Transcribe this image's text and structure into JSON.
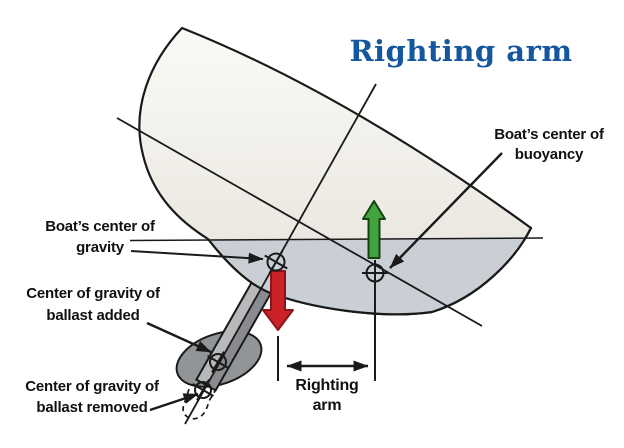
{
  "title": {
    "text": "Righting arm"
  },
  "labels": {
    "buoyancy": {
      "line1": "Boat’s center of",
      "line2": "buoyancy"
    },
    "gravity": {
      "line1": "Boat’s center of",
      "line2": "gravity"
    },
    "ballast_added": {
      "line1": "Center of gravity of",
      "line2": "ballast added"
    },
    "ballast_removed": {
      "line1": "Center of gravity of",
      "line2": "ballast removed"
    },
    "righting_arm": {
      "line1": "Righting",
      "line2": "arm"
    }
  },
  "legend_semantics": {
    "green_up_arrow": "buoyancy force at boat's center of buoyancy",
    "red_down_arrow": "gravity force at boat's center of gravity",
    "horizontal_double_arrow": "righting arm distance between force lines"
  },
  "colors": {
    "title_blue": "#15579f",
    "label_black": "#111111",
    "line_black": "#1a1a1a",
    "hull_top": "#fbfaf6",
    "hull_bottom_tint": "#ebe8e1",
    "underwater_gray": "#c9cfd4",
    "keel_light": "#b7b9bb",
    "keel_dark": "#898b8e",
    "bulb_gray": "#929598",
    "arrow_red": "#cb2228",
    "arrow_red_dark": "#8a151a",
    "arrow_green": "#44a341",
    "arrow_green_dark": "#15420f"
  }
}
